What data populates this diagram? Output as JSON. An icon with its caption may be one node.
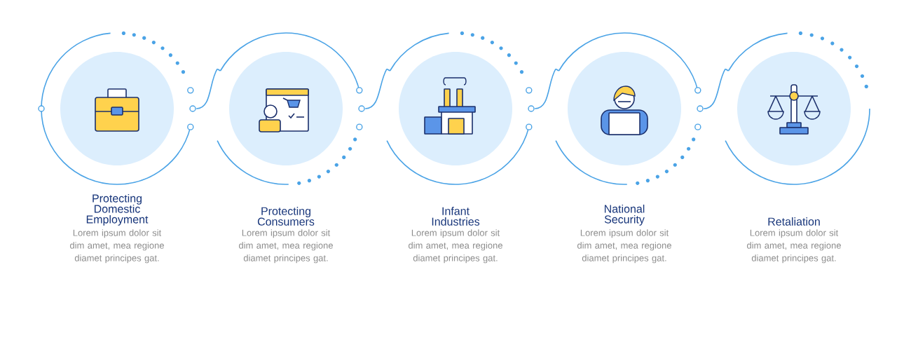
{
  "diagram": {
    "nodes": [
      {
        "text": [
          "Protecting Domestic Employment",
          "Lorem ipsum dolor sit dim amet, mea regione diamet principes gat."
        ]
      },
      {
        "text": [
          "Protecting Consumers",
          "Lorem ipsum dolor sit dim amet, mea regione diamet principes gat."
        ]
      },
      {
        "text": [
          "Infant Industries",
          "Lorem ipsum dolor sit dim amet, mea regione diamet principes gat."
        ]
      },
      {
        "text": [
          "National Security",
          "Lorem ipsum dolor sit dim amet, mea regione diamet principes gat."
        ]
      },
      {
        "text": [
          "Retaliation",
          "Lorem ipsum dolor sit dim amet, mea regione diamet principes gat."
        ]
      }
    ],
    "edges": [
      {
        "from": 0,
        "to": 1,
        "arrow": "none"
      },
      {
        "from": 1,
        "to": 2,
        "arrow": "none"
      },
      {
        "from": 2,
        "to": 3,
        "arrow": "none"
      },
      {
        "from": 3,
        "to": 4,
        "arrow": "none"
      }
    ]
  }
}
